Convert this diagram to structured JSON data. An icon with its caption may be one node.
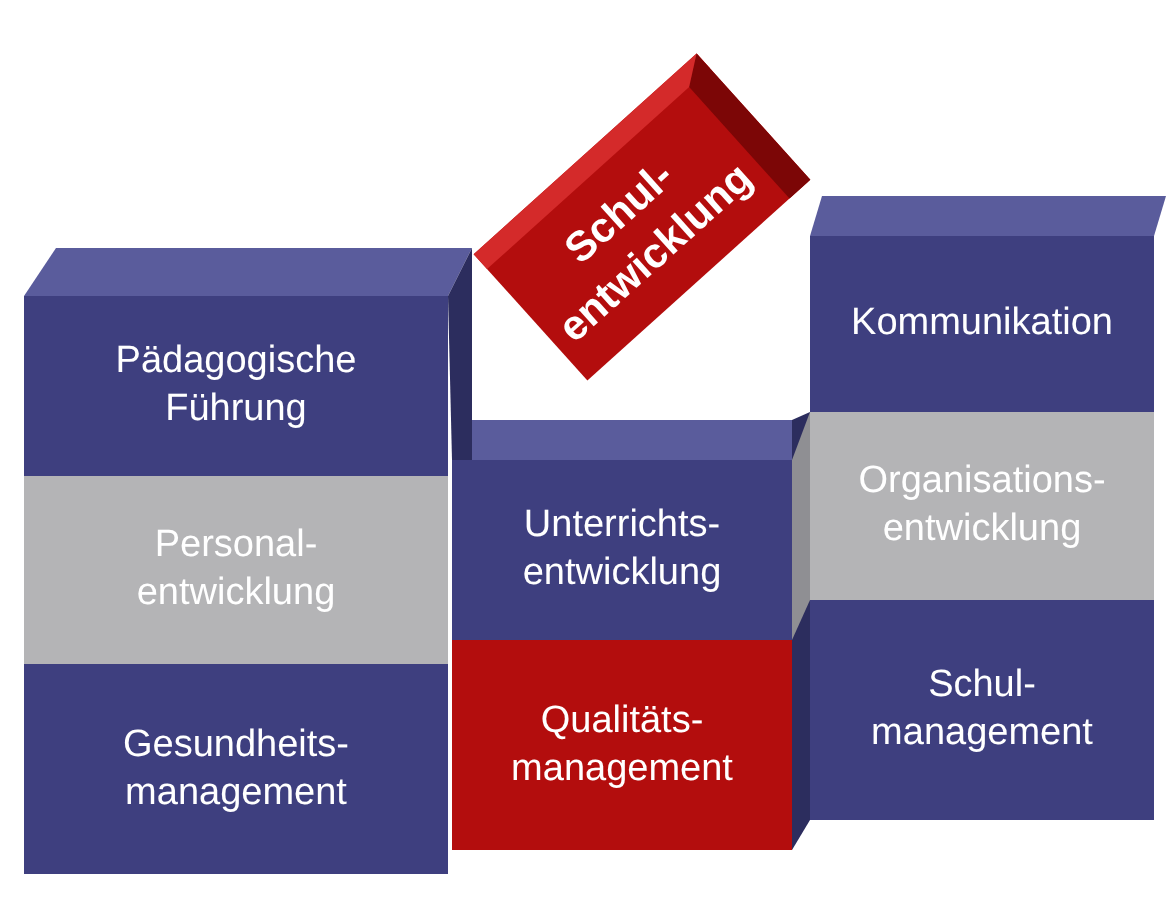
{
  "diagram": {
    "nodes": [
      {
        "text": [
          "Pädagogische Führung"
        ]
      },
      {
        "text": [
          "Personal- entwicklung"
        ]
      },
      {
        "text": [
          "Gesundheits- management"
        ]
      },
      {
        "text": [
          "Schul- entwicklung"
        ]
      },
      {
        "text": [
          "Unterrichts- entwicklung"
        ]
      },
      {
        "text": [
          "Qualitäts- management"
        ]
      },
      {
        "text": [
          "Kommunikation"
        ]
      },
      {
        "text": [
          "Organisations- entwicklung"
        ]
      },
      {
        "text": [
          "Schul- management"
        ]
      }
    ]
  }
}
